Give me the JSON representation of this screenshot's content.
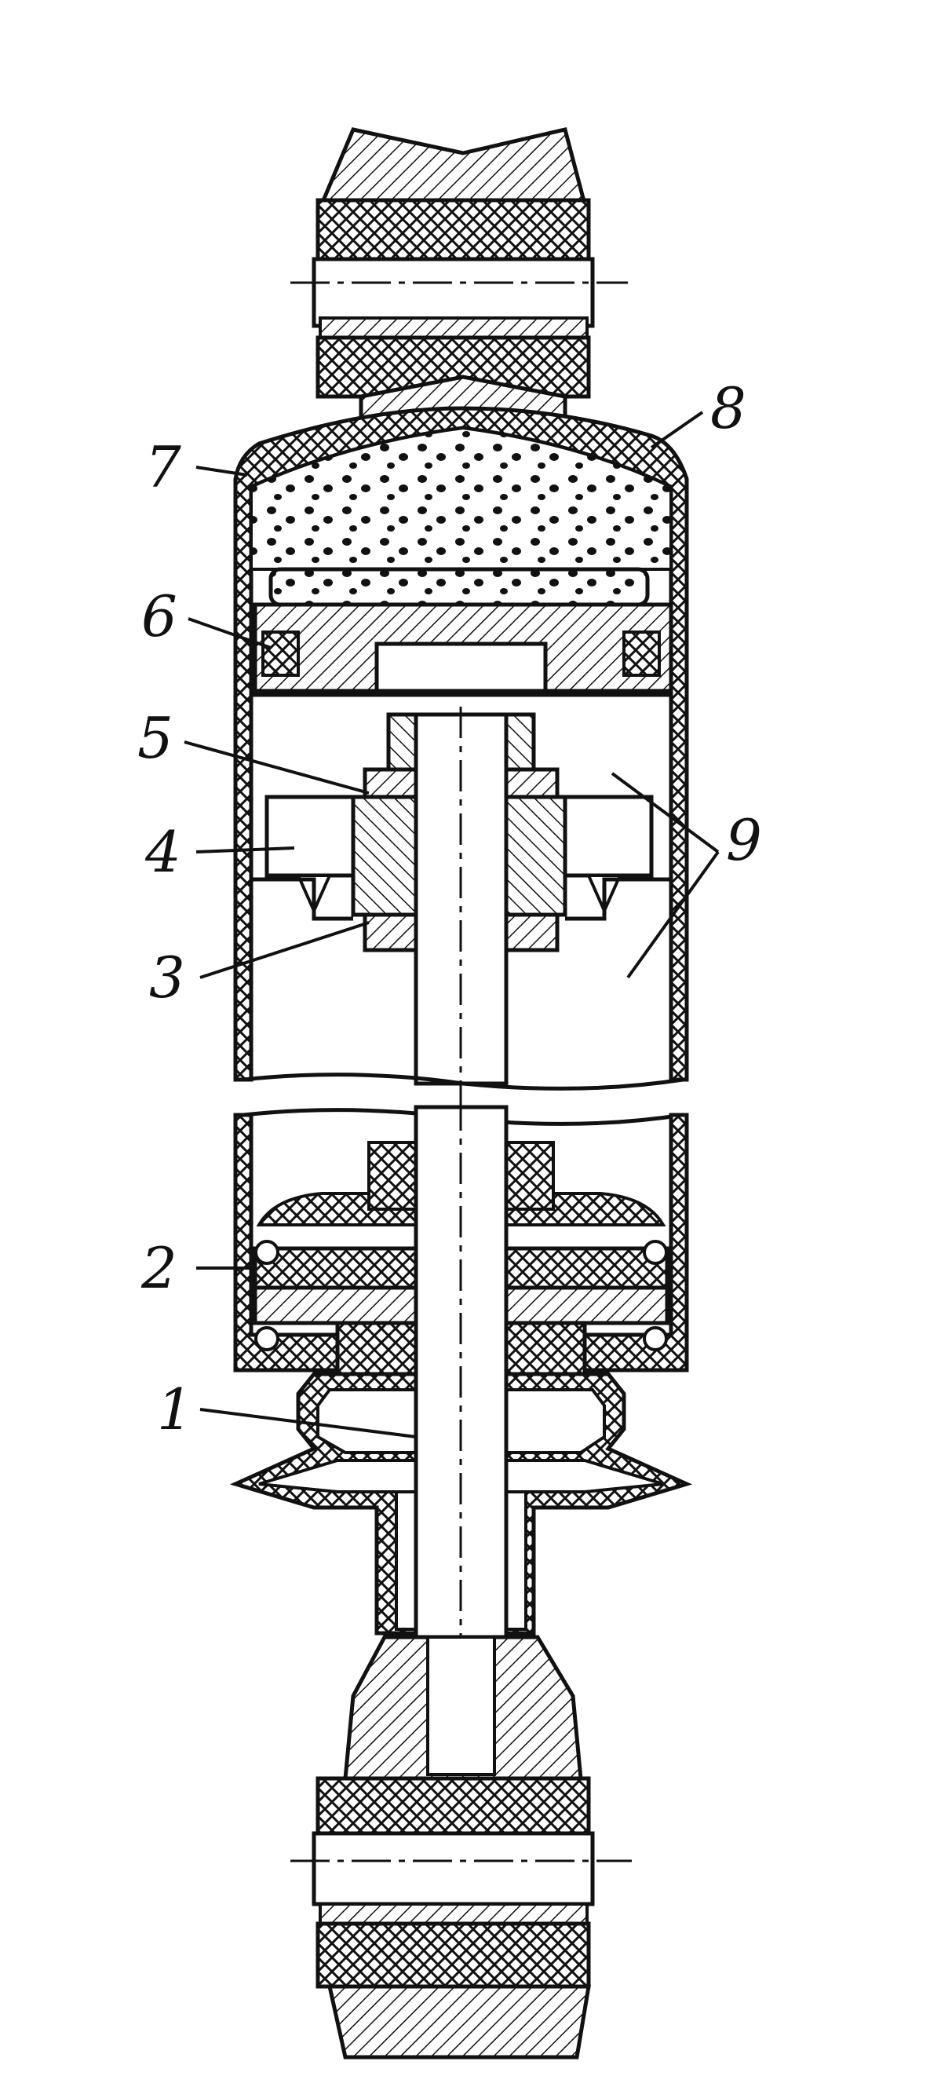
{
  "figure": {
    "labels": {
      "l1": "1",
      "l2": "2",
      "l3": "3",
      "l4": "4",
      "l5": "5",
      "l6": "6",
      "l7": "7",
      "l8": "8",
      "l9": "9"
    },
    "colors": {
      "ink": "#111111",
      "paper": "#ffffff"
    }
  }
}
